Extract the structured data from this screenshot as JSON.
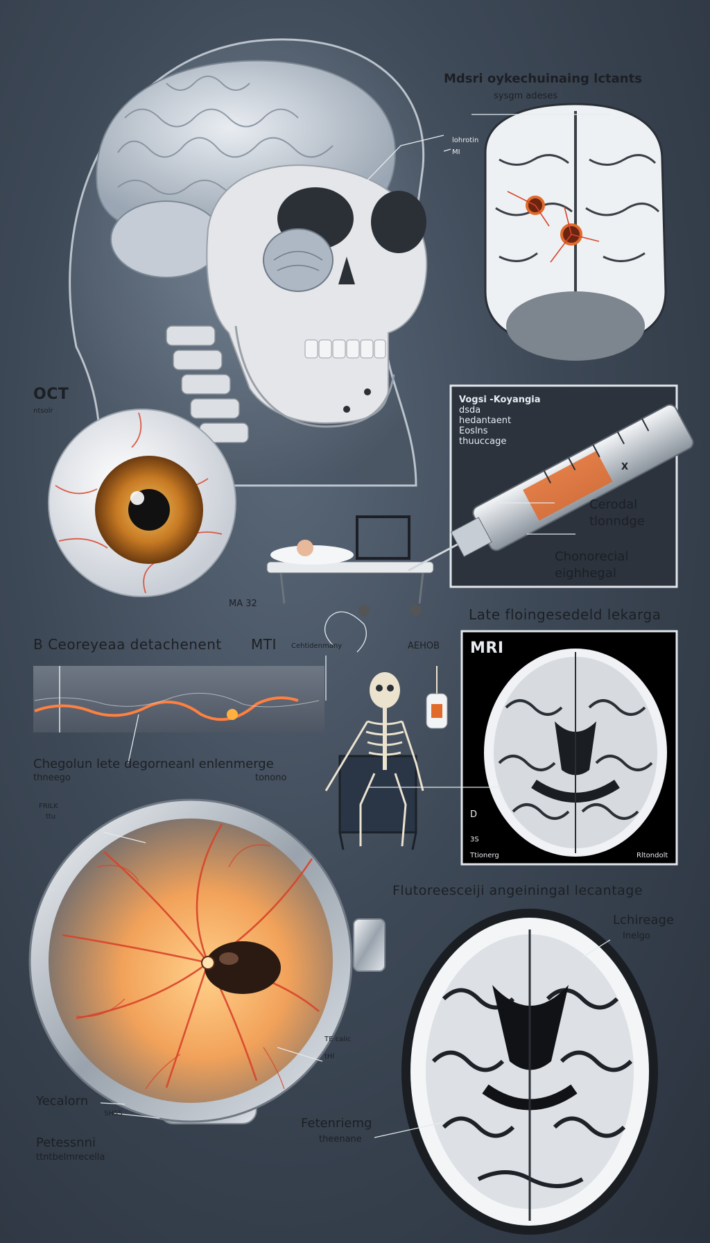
{
  "title": {
    "line1": "Mdsri oykechuinaing lctants",
    "line2": "sysgm adeses"
  },
  "skull_panel": {
    "label_a": "lohrotin",
    "label_b": "MI"
  },
  "oct": {
    "label": "OCT",
    "sublabel": "ntsolr",
    "badge": "MA 32"
  },
  "syringe_panel": {
    "title_lines": [
      "Vogsi -Koyangia",
      "dsda",
      "hedantaent",
      "Eoslns",
      "thuuccage"
    ],
    "label_1": "Cerodal",
    "label_2": "tlonndge",
    "label_3": "Chonorecial",
    "label_4": "eighhegal",
    "scale_glyph": "X"
  },
  "late_heading": "Late floingesedeld lekarga",
  "bscan": {
    "heading": "B Ceoreyeaa detachenent",
    "mri_tag": "MTI",
    "mri_sub": "Cehtidenmany",
    "corner": "AEHOB",
    "caption_1": "Chegolun lete degorneanl enlenmerge",
    "caption_2": "thneego",
    "caption_3": "tonono"
  },
  "mri_panel": {
    "label": "MRI",
    "side_l": "D",
    "side_l2": "3S",
    "foot_l": "Ttionerg",
    "foot_r": "Rltondolt"
  },
  "fundus": {
    "tag": "FRILK",
    "tag2": "ttu",
    "label_1": "Yecalorn",
    "label_2": "SHSS",
    "label_3": "Petessnni",
    "label_4": "ttntbelmrecella",
    "label_5": "TE calic",
    "label_6": "tHl"
  },
  "fluo": {
    "heading": "Flutoreesceiji angeiningal lecantage",
    "label_1": "Lchireage",
    "label_2": "Inelgo",
    "label_3": "Fetenriemg",
    "label_4": "theenane"
  },
  "colors": {
    "background": "#3d4856",
    "vessel": "#d8432a",
    "iris": "#c77a23",
    "accent": "#e06a2a"
  }
}
